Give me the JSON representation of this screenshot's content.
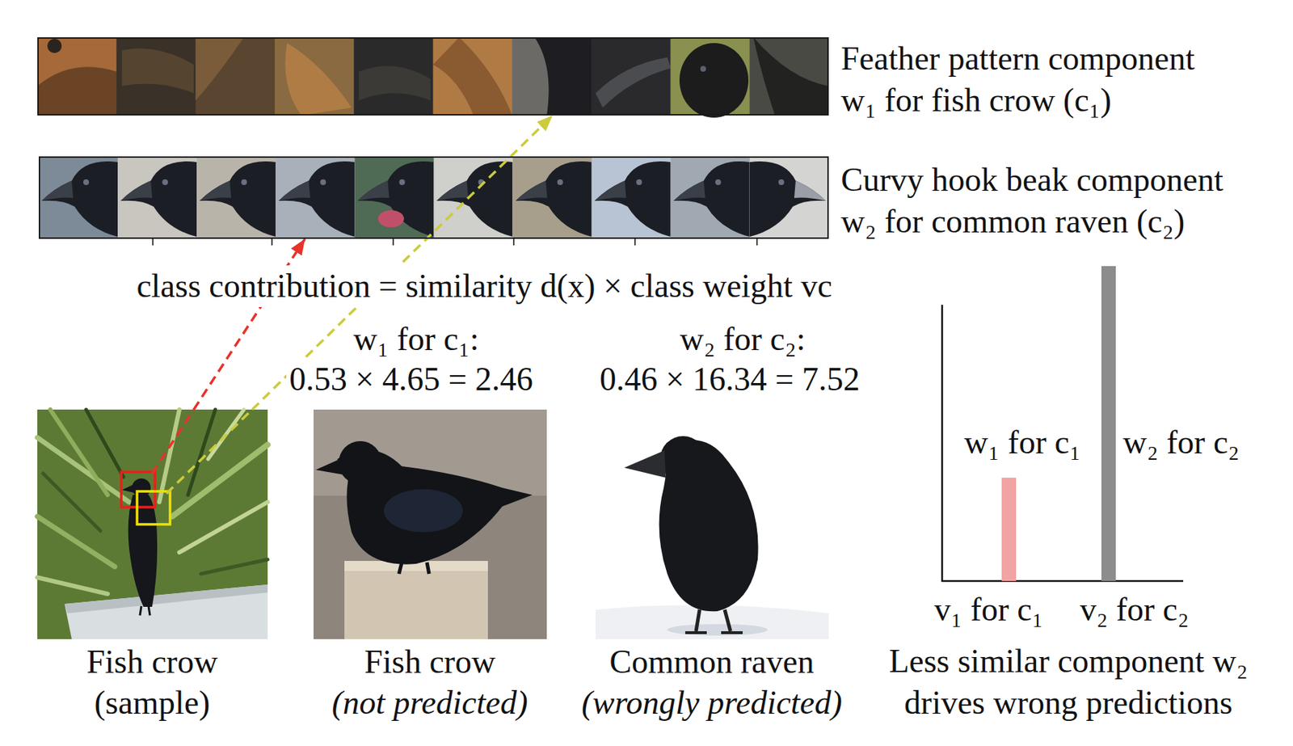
{
  "diagram": {
    "nodes": [
      {
        "text": [
          "Feather pattern component w₁ for fish crow (c₁)"
        ]
      },
      {
        "text": [
          "Curvy hook beak component w₂ for common raven (c₂)"
        ]
      },
      {
        "text": [
          "Fish crow",
          "(sample)"
        ]
      },
      {
        "text": [
          "Fish crow",
          "(not predicted)"
        ]
      },
      {
        "text": [
          "Common raven",
          "(wrongly predicted)"
        ]
      },
      {
        "text": [
          "w₁ for c₁"
        ]
      },
      {
        "text": [
          "w₂ for c₂"
        ]
      }
    ],
    "edges": [
      {
        "from": 2,
        "to": 1,
        "arrow": "to"
      },
      {
        "from": 2,
        "to": 0,
        "arrow": "to"
      }
    ],
    "labels": [
      "class contribution = similarity d(x) × class weight vc",
      "w₁ for c₁:",
      "0.53 × 4.65 = 2.46",
      "w₂ for c₂:",
      "0.46 × 16.34 = 7.52",
      "v₁ for c₁",
      "v₂ for c₂",
      "Less similar component w₂ drives wrong predictions"
    ]
  }
}
